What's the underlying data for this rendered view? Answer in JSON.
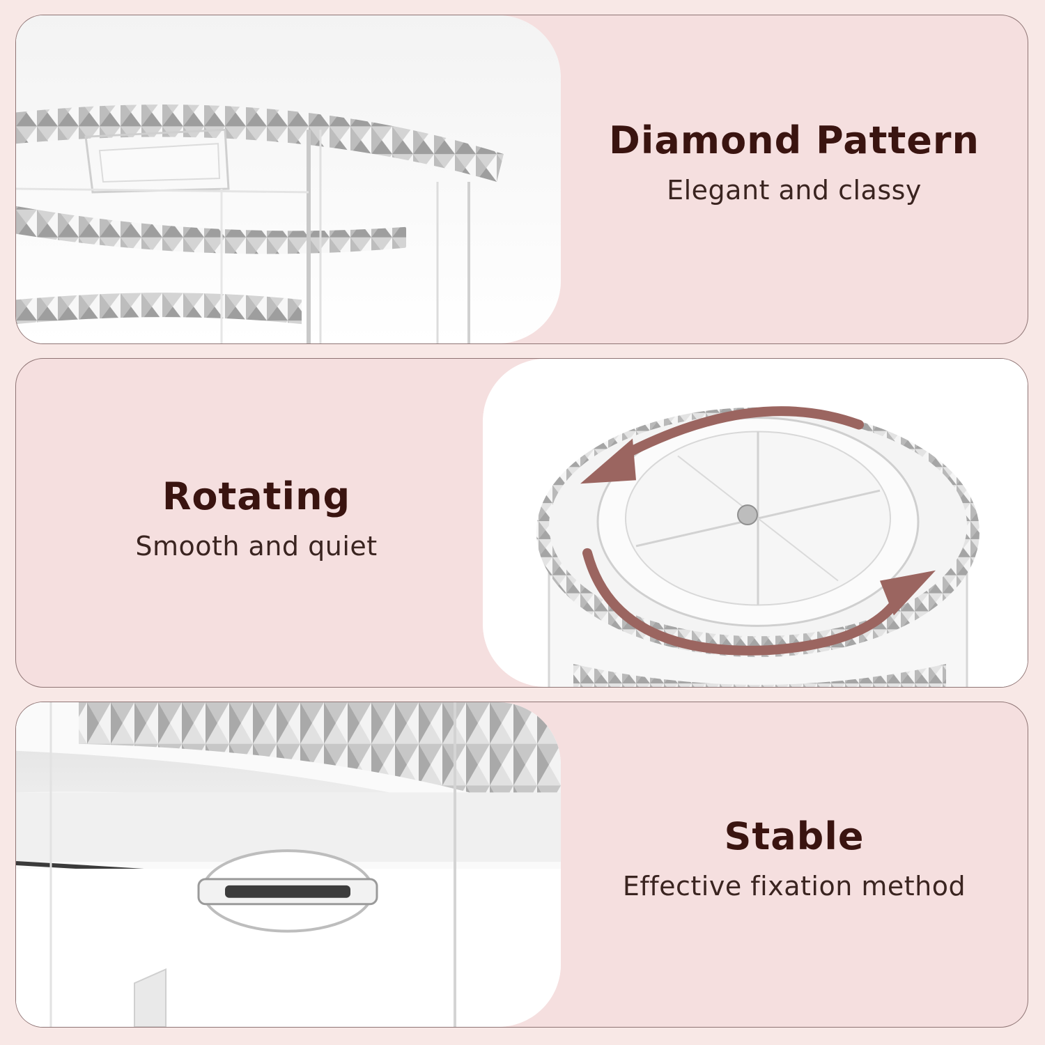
{
  "features": [
    {
      "title": "Diamond Pattern",
      "subtitle": "Elegant and classy",
      "image": "diamond-rim-closeup"
    },
    {
      "title": "Rotating",
      "subtitle": "Smooth and quiet",
      "image": "rotating-top-with-arrows"
    },
    {
      "title": "Stable",
      "subtitle": "Effective fixation method",
      "image": "drawer-handle-closeup"
    }
  ],
  "colors": {
    "background": "#f8e8e6",
    "card": "#f5dfdf",
    "border": "#8e7474",
    "title": "#3a1410",
    "arrow": "#9b6560"
  }
}
